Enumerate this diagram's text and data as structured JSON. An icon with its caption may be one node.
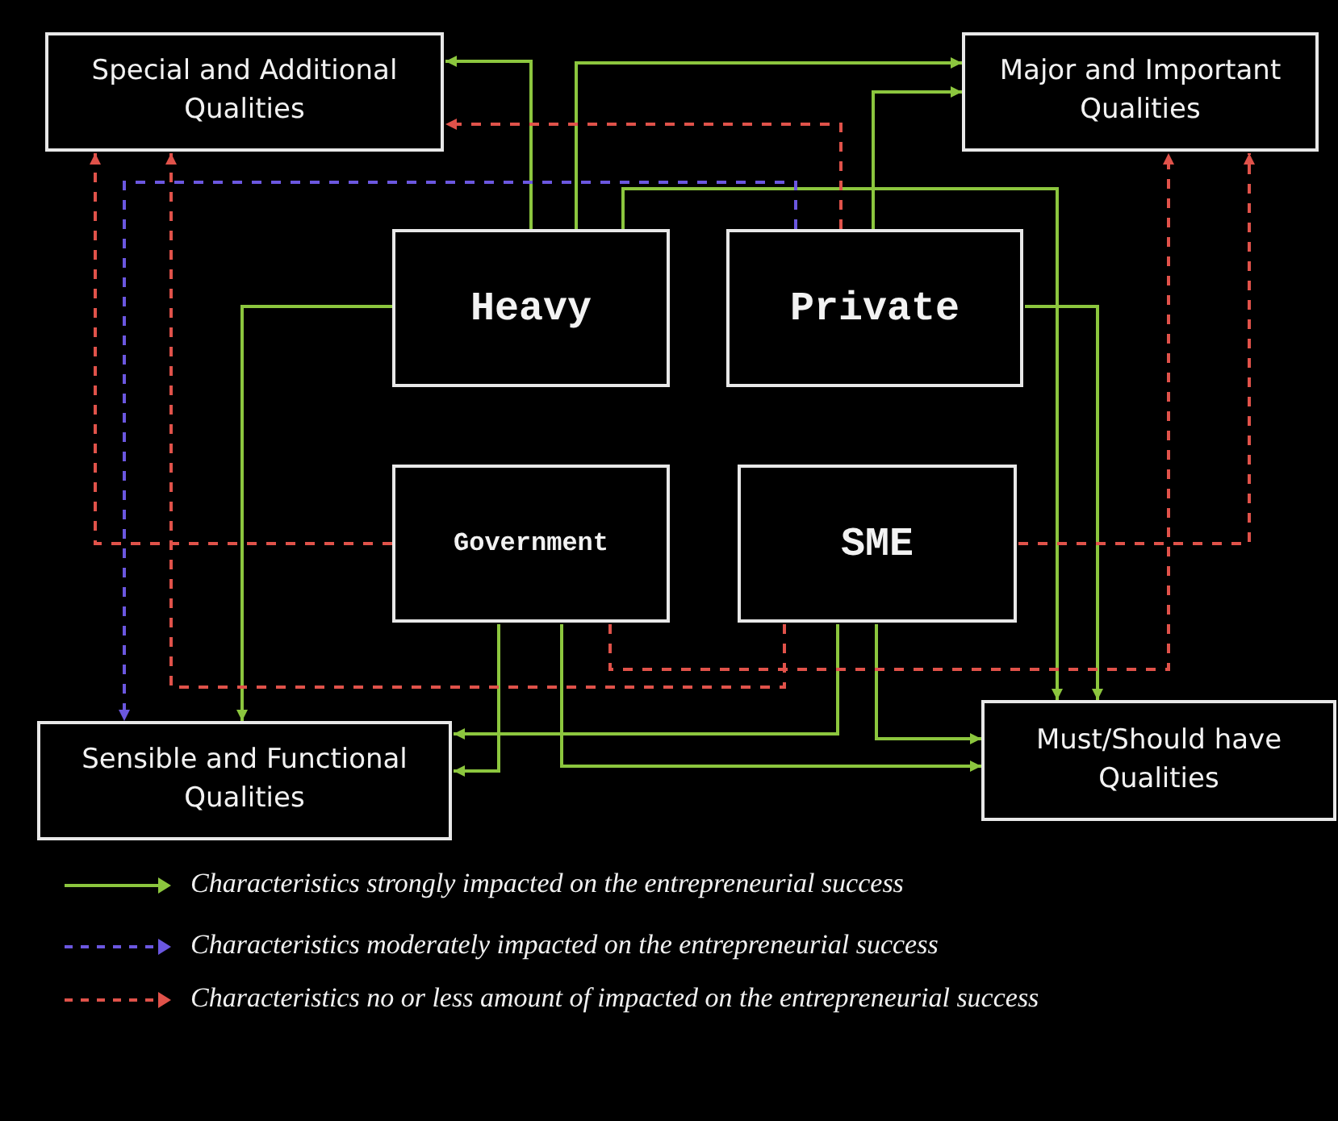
{
  "diagram": {
    "nodes": [
      {
        "text": [
          "Special and Additional Qualities"
        ]
      },
      {
        "text": [
          "Major and Important Qualities"
        ]
      },
      {
        "text": [
          "Heavy"
        ]
      },
      {
        "text": [
          "Private"
        ]
      },
      {
        "text": [
          "Government"
        ]
      },
      {
        "text": [
          "SME"
        ]
      },
      {
        "text": [
          "Sensible and Functional Qualities"
        ]
      },
      {
        "text": [
          "Must/Should have Qualities"
        ]
      }
    ],
    "edges": [
      {
        "from": 2,
        "to": 0,
        "arrow": "to"
      },
      {
        "from": 2,
        "to": 1,
        "arrow": "to"
      },
      {
        "from": 2,
        "to": 7,
        "arrow": "to"
      },
      {
        "from": 3,
        "to": 1,
        "arrow": "to"
      },
      {
        "from": 3,
        "to": 7,
        "arrow": "to"
      },
      {
        "from": 2,
        "to": 6,
        "arrow": "to"
      },
      {
        "from": 4,
        "to": 6,
        "arrow": "to"
      },
      {
        "from": 4,
        "to": 7,
        "arrow": "to"
      },
      {
        "from": 5,
        "to": 6,
        "arrow": "to"
      },
      {
        "from": 5,
        "to": 7,
        "arrow": "to"
      },
      {
        "from": 3,
        "to": 6,
        "arrow": "to",
        "style": "dashed",
        "color": "#6b57e0"
      },
      {
        "from": 3,
        "to": 0,
        "arrow": "to",
        "style": "dashed",
        "color": "#e0524a"
      },
      {
        "from": 4,
        "to": 0,
        "arrow": "to",
        "style": "dashed",
        "color": "#e0524a"
      },
      {
        "from": 4,
        "to": 1,
        "arrow": "to",
        "style": "dashed",
        "color": "#e0524a"
      },
      {
        "from": 5,
        "to": 0,
        "arrow": "to",
        "style": "dashed",
        "color": "#e0524a"
      },
      {
        "from": 5,
        "to": 1,
        "arrow": "to",
        "style": "dashed",
        "color": "#e0524a"
      }
    ],
    "legend": [
      {
        "text": "Characteristics strongly impacted on the entrepreneurial success"
      },
      {
        "text": "Characteristics moderately impacted on the entrepreneurial success"
      },
      {
        "text": "Characteristics no or less amount of impacted on the entrepreneurial success"
      }
    ]
  }
}
